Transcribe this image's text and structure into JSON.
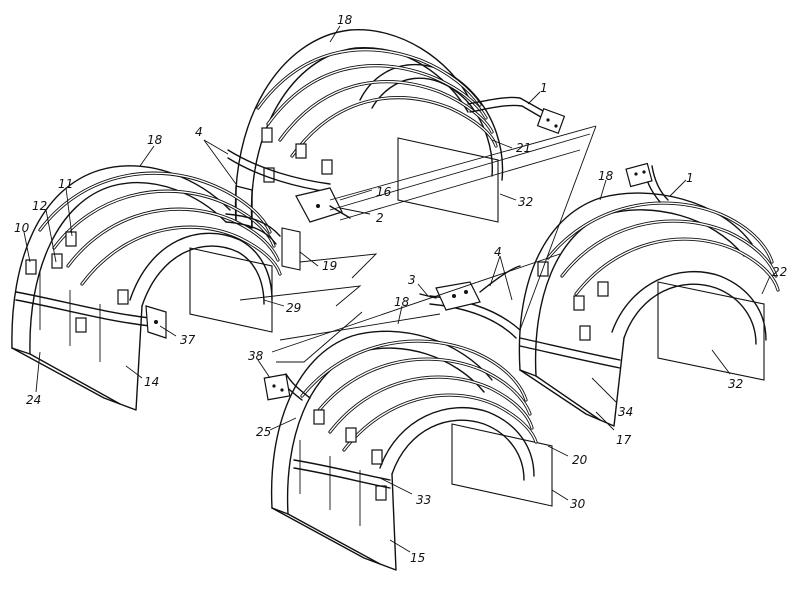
{
  "figure": {
    "labels": [
      {
        "id": "l18a",
        "text": "18"
      },
      {
        "id": "l1a",
        "text": "1"
      },
      {
        "id": "l21",
        "text": "21"
      },
      {
        "id": "l32a",
        "text": "32"
      },
      {
        "id": "l4a",
        "text": "4"
      },
      {
        "id": "l16",
        "text": "16"
      },
      {
        "id": "l2",
        "text": "2"
      },
      {
        "id": "l18b",
        "text": "18"
      },
      {
        "id": "l11",
        "text": "11"
      },
      {
        "id": "l12",
        "text": "12"
      },
      {
        "id": "l10",
        "text": "10"
      },
      {
        "id": "l19",
        "text": "19"
      },
      {
        "id": "l29",
        "text": "29"
      },
      {
        "id": "l37",
        "text": "37"
      },
      {
        "id": "l24",
        "text": "24"
      },
      {
        "id": "l14",
        "text": "14"
      },
      {
        "id": "l18c",
        "text": "18"
      },
      {
        "id": "l1b",
        "text": "1"
      },
      {
        "id": "l22",
        "text": "22"
      },
      {
        "id": "l3",
        "text": "3"
      },
      {
        "id": "l4b",
        "text": "4"
      },
      {
        "id": "l18d",
        "text": "18"
      },
      {
        "id": "l32b",
        "text": "32"
      },
      {
        "id": "l34",
        "text": "34"
      },
      {
        "id": "l17",
        "text": "17"
      },
      {
        "id": "l38",
        "text": "38"
      },
      {
        "id": "l25",
        "text": "25"
      },
      {
        "id": "l20",
        "text": "20"
      },
      {
        "id": "l33",
        "text": "33"
      },
      {
        "id": "l30",
        "text": "30"
      },
      {
        "id": "l15",
        "text": "15"
      }
    ]
  }
}
